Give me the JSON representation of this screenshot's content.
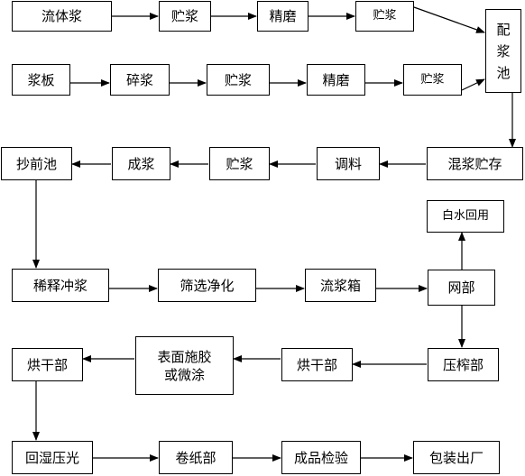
{
  "nodes": {
    "n1": "流体浆",
    "n2": "贮浆",
    "n3": "精磨",
    "n4": "贮浆",
    "n5": "浆板",
    "n6": "碎浆",
    "n7": "贮浆",
    "n8": "精磨",
    "n9": "贮浆",
    "peijiangchi": "配\n浆\n池",
    "hunjiang": "混浆贮存",
    "tiaoliao": "调料",
    "zhujiang3": "贮浆",
    "chengjiang": "成浆",
    "chaoqianchi": "抄前池",
    "baishui": "白水回用",
    "xishi": "稀释冲浆",
    "shaixuan": "筛选净化",
    "liujiangxiang": "流浆箱",
    "wangbu": "网部",
    "yazhabu": "压榨部",
    "honggan1": "烘干部",
    "biaomian": "表面施胶\n或微涂",
    "honggan2": "烘干部",
    "huishi": "回湿压光",
    "juanzhi": "卷纸部",
    "jianyan": "成品检验",
    "baozhuang": "包装出厂"
  }
}
